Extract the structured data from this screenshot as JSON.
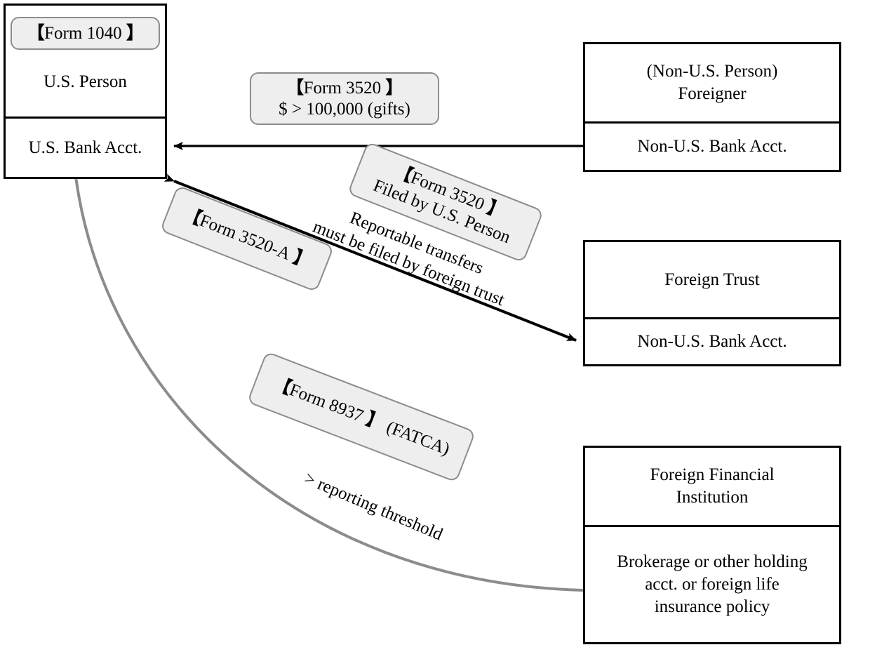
{
  "diagram": {
    "title": "U.S. foreign information reporting forms flow",
    "colors": {
      "node_border": "#000000",
      "node_fill": "#ffffff",
      "badge_fill": "#eeeeee",
      "badge_border": "#8c8c8c",
      "arrow_black": "#000000",
      "arrow_gray": "#8c8c8c",
      "text": "#000000"
    },
    "nodes": [
      {
        "id": "us-person",
        "badge": {
          "open": "【",
          "label": "Form 1040",
          "close": "】"
        },
        "rows": [
          "U.S. Person",
          "U.S. Bank Acct."
        ]
      },
      {
        "id": "foreigner",
        "rows": [
          "(Non-U.S. Person)\nForeigner",
          "Non-U.S. Bank Acct."
        ],
        "row1_line1": "(Non-U.S. Person)",
        "row1_line2": "Foreigner",
        "row2": "Non-U.S. Bank Acct."
      },
      {
        "id": "foreign-trust",
        "row1": "Foreign Trust",
        "row2": "Non-U.S. Bank Acct."
      },
      {
        "id": "foreign-financial-institution",
        "row1_line1": "Foreign Financial",
        "row1_line2": "Institution",
        "row2_line1": "Brokerage or other holding",
        "row2_line2": "acct. or foreign life",
        "row2_line3": "insurance policy"
      }
    ],
    "edges": [
      {
        "id": "gift-edge",
        "from": "foreigner",
        "to": "us-person",
        "style": "solid-black-arrow",
        "badge": {
          "open": "【",
          "label": "Form 3520",
          "close": "】",
          "line2": "$ > 100,000 (gifts)"
        }
      },
      {
        "id": "trust-transfer-edge",
        "from": "us-person",
        "to": "foreign-trust",
        "style": "double-headed-black-arrow",
        "badge_3520": {
          "open": "【",
          "label": "Form 3520",
          "close": "】",
          "line2": "Filed by U.S. Person"
        },
        "badge_3520a": {
          "open": "【",
          "label": "Form 3520-A",
          "close": "】"
        },
        "caption_line1": "Reportable transfers",
        "caption_line2": "must be filed by foreign trust"
      },
      {
        "id": "fatca-edge",
        "from": "us-person",
        "to": "foreign-financial-institution",
        "style": "curved-gray-line",
        "badge": {
          "open": "【",
          "label": "Form 8937",
          "close": "】",
          "suffix": "(FATCA)"
        },
        "caption": "> reporting threshold"
      }
    ]
  }
}
